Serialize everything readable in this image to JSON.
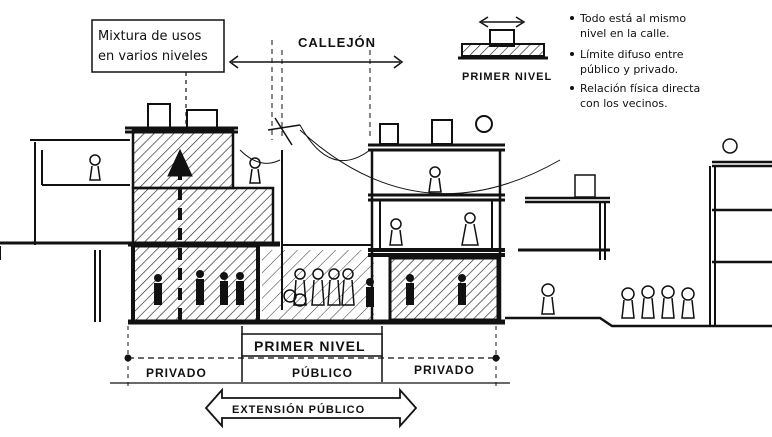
{
  "labels": {
    "mixtura_line1": "Mixtura de usos",
    "mixtura_line2": "en varios niveles",
    "callejon": "CALLEJÓN",
    "primer_nivel_icon": "PRIMER NIVEL",
    "primer_nivel_main": "PRIMER NIVEL",
    "privado_left": "PRIVADO",
    "publico": "PÚBLICO",
    "privado_right": "PRIVADO",
    "extension": "EXTENSIÓN PÚBLICO"
  },
  "notes": [
    {
      "line1": "Todo está al mismo",
      "line2": "nivel en la calle."
    },
    {
      "line1": "Límite difuso entre",
      "line2": "público y privado."
    },
    {
      "line1": "Relación física directa",
      "line2": "con los vecinos."
    }
  ],
  "colors": {
    "ink": "#111111",
    "hatch": "#222222",
    "paper": "#ffffff"
  }
}
